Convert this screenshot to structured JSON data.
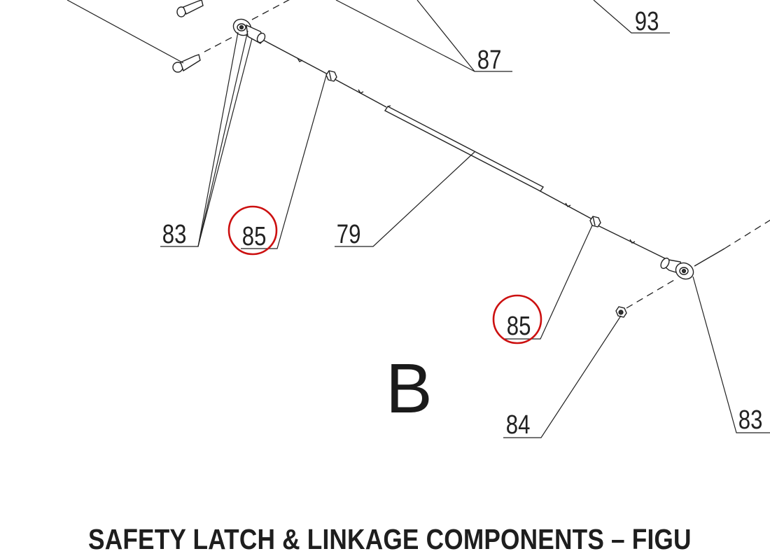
{
  "figure": {
    "section_letter": "B",
    "caption": "SAFETY LATCH & LINKAGE COMPONENTS – FIGU"
  },
  "callouts": {
    "c93": "93",
    "c87": "87",
    "c83_left": "83",
    "c85_left": "85",
    "c79": "79",
    "c85_right": "85",
    "c84": "84",
    "c83_right": "83"
  },
  "highlights": {
    "color": "#cc1010",
    "circled_part": "85"
  },
  "colors": {
    "line": "#222222",
    "background": "#ffffff"
  }
}
